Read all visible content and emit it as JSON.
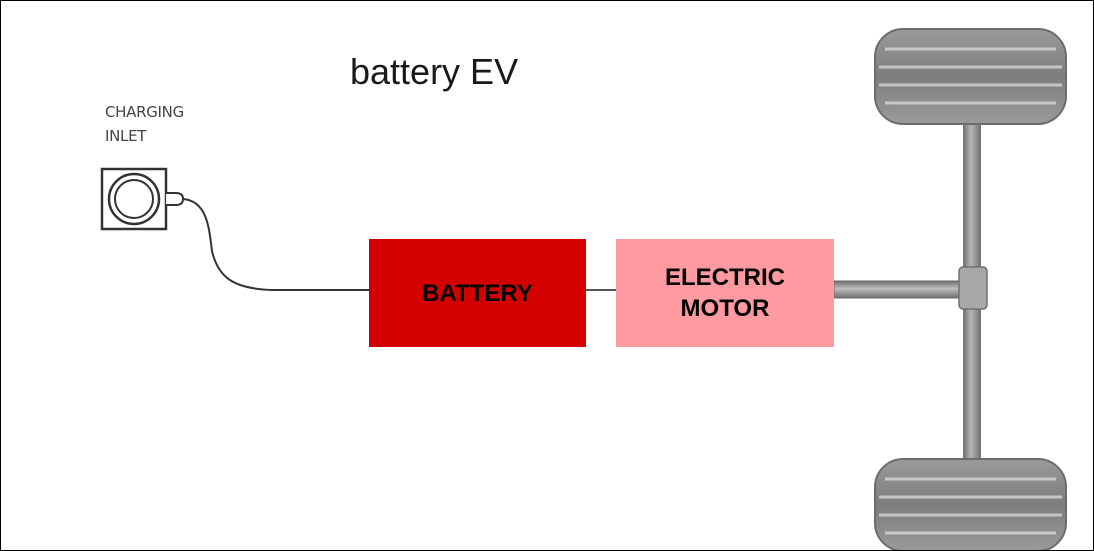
{
  "title": "battery EV",
  "charging_inlet": {
    "label_line1": "CHARGING",
    "label_line2": "INLET"
  },
  "battery": {
    "label": "BATTERY",
    "color": "#d40000"
  },
  "electric_motor": {
    "label_line1": "ELECTRIC",
    "label_line2": "MOTOR",
    "color": "#ff9aa0"
  },
  "colors": {
    "tire": "#8a8a8a",
    "axle": "#8c8c8c",
    "cable": "#333333"
  },
  "icons": [
    "charging-inlet-icon",
    "tire-icon",
    "axle-icon",
    "cable-icon"
  ]
}
